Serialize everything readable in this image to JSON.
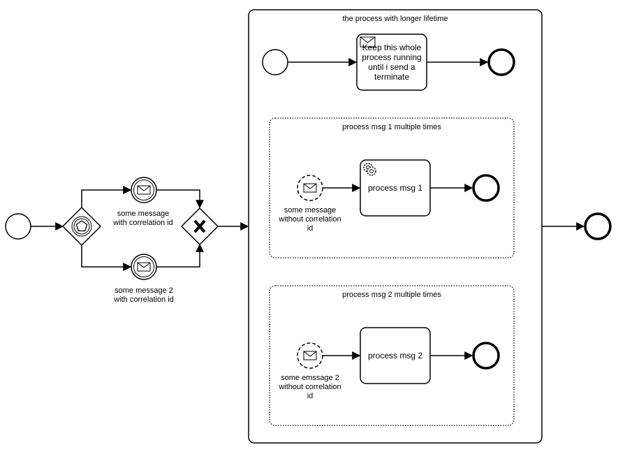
{
  "diagram": {
    "colors": {
      "stroke": "#000000",
      "fill": "#ffffff"
    },
    "subprocess_main": {
      "title": "the process with longer lifetime",
      "task": {
        "lines": [
          "Keep this whole",
          "process running",
          "until i send a",
          "terminate"
        ],
        "icon": "envelope-icon"
      }
    },
    "subprocess_msg1": {
      "title": "process msg 1 multiple times",
      "start_event_label_lines": [
        "some message",
        "without correlation",
        "id"
      ],
      "task": {
        "label": "process msg 1",
        "icon": "gear-icon"
      }
    },
    "subprocess_msg2": {
      "title": "process msg 2 multiple times",
      "start_event_label_lines": [
        "some emssage 2",
        "without correlation",
        "id"
      ],
      "task": {
        "label": "process msg 2"
      }
    },
    "message_event_top_label_lines": [
      "some message",
      "with correlation id"
    ],
    "message_event_bottom_label_lines": [
      "some message 2",
      "with correlation id"
    ],
    "event_based_gateway_icon": "pentagon-icon",
    "exclusive_gateway_icon": "x-icon"
  }
}
